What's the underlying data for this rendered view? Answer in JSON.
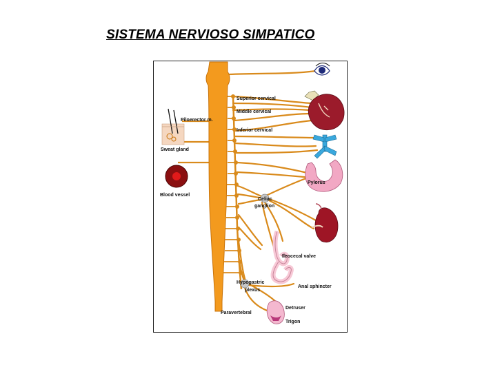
{
  "title": "SISTEMA NERVIOSO SIMPATICO",
  "diagram": {
    "labels": {
      "superior_cervical": "Superior cervical",
      "middle_cervical": "Middle cervical",
      "inferior_cervical": "Inferior cervical",
      "piloerector": "Piloerector m.",
      "sweat_gland": "Sweat gland",
      "blood_vessel": "Blood vessel",
      "pylorus": "Pylorus",
      "celiac_1": "Celiac",
      "celiac_2": "ganglion",
      "ileocecal_valve": "Ileocecal valve",
      "hypogastric_1": "Hypogastric",
      "hypogastric_2": "plexus",
      "anal_sphincter": "Anal sphincter",
      "detruser": "Detruser",
      "trigon": "Trigon",
      "paravertebral": "Paravertebral"
    },
    "colors": {
      "nerve": "#f39a1e",
      "nerve_outline": "#c8730a",
      "ganglion": "#c7c7c7",
      "heart": "#9b1b2b",
      "eye": "#1f2c7a",
      "lung": "#3aa8dd",
      "stomach": "#f2a8c4",
      "kidney": "#9e1525",
      "intestine": "#f7c9d6",
      "bladder": "#f4b8cf",
      "blood_vessel": "#8a0f10",
      "skin": "#f5d7c0"
    }
  }
}
